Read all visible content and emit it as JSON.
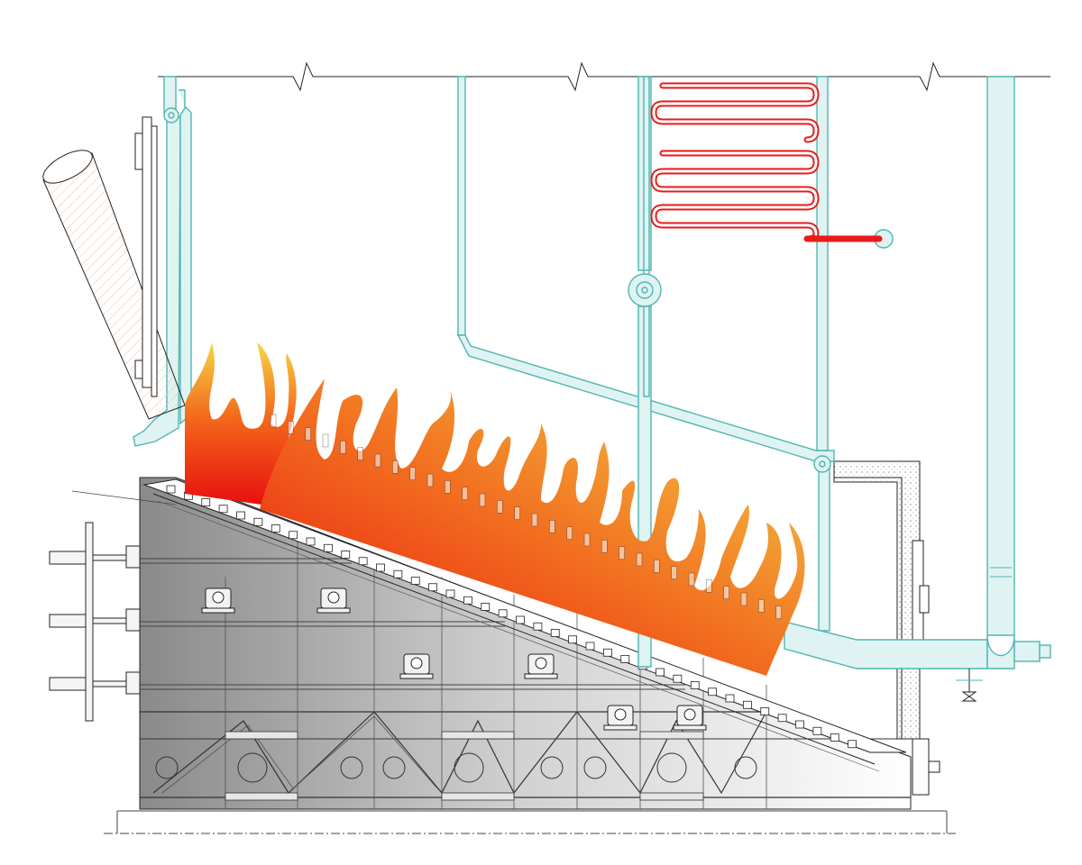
{
  "diagram": {
    "kind": "boiler-furnace-section",
    "colors": {
      "background": "#ffffff",
      "pipe_fill": "#dff3f2",
      "pipe_stroke": "#4fb6b2",
      "flame_dark": "#e8100e",
      "flame_mid": "#f46b1c",
      "flame_light": "#f6d648",
      "coil": "#e81a1a",
      "grate_dark": "#8a8a8a",
      "grate_light": "#ffffff",
      "line": "#222222"
    },
    "components": [
      {
        "id": "flue-pipe",
        "icon": "chimney-pipe"
      },
      {
        "id": "superheater-coil",
        "icon": "serpentine-coil"
      },
      {
        "id": "water-wall-pipes",
        "icon": "vertical-pipes"
      },
      {
        "id": "inclined-header",
        "icon": "sloped-pipe"
      },
      {
        "id": "flames",
        "icon": "flame"
      },
      {
        "id": "reciprocating-grate",
        "icon": "stepped-grate"
      },
      {
        "id": "grate-frame",
        "icon": "truss-frame"
      },
      {
        "id": "hydraulic-cylinders",
        "icon": "actuator"
      },
      {
        "id": "refractory-wall",
        "icon": "insulated-wall"
      },
      {
        "id": "drain-valve",
        "icon": "valve"
      }
    ]
  }
}
